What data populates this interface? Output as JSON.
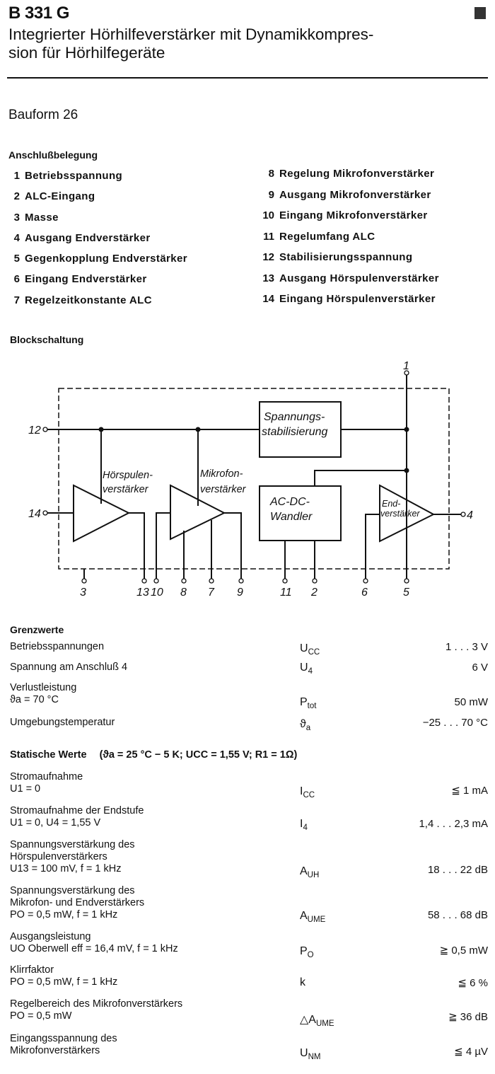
{
  "header": {
    "part_number": "B 331 G",
    "title": "Integrierter Hörhilfeverstärker mit Dynamikkompres- sion für Hörhilfegeräte",
    "title_line1": "Integrierter Hörhilfeverstärker mit Dynamikkompres-",
    "title_line2": "sion für Hörhilfegeräte",
    "package": "Bauform 26"
  },
  "pinout": {
    "heading": "Anschlußbelegung",
    "left": [
      {
        "num": "1",
        "label": "Betriebsspannung"
      },
      {
        "num": "2",
        "label": "ALC-Eingang"
      },
      {
        "num": "3",
        "label": "Masse"
      },
      {
        "num": "4",
        "label": "Ausgang Endverstärker"
      },
      {
        "num": "5",
        "label": "Gegenkopplung Endverstärker"
      },
      {
        "num": "6",
        "label": "Eingang Endverstärker"
      },
      {
        "num": "7",
        "label": "Regelzeitkonstante ALC"
      }
    ],
    "right": [
      {
        "num": "8",
        "label": "Regelung Mikrofonverstärker"
      },
      {
        "num": "9",
        "label": "Ausgang Mikrofonverstärker"
      },
      {
        "num": "10",
        "label": "Eingang Mikrofonverstärker"
      },
      {
        "num": "11",
        "label": "Regelumfang ALC"
      },
      {
        "num": "12",
        "label": "Stabilisierungsspannung"
      },
      {
        "num": "13",
        "label": "Ausgang Hörspulenverstärker"
      },
      {
        "num": "14",
        "label": "Eingang Hörspulenverstärker"
      }
    ]
  },
  "block_diagram": {
    "heading": "Blockschaltung",
    "blocks": {
      "stabilizer_line1": "Spannungs-",
      "stabilizer_line2": "stabilisierung",
      "converter_line1": "AC-DC-",
      "converter_line2": "Wandler",
      "hoerspulen_line1": "Hörspulen-",
      "hoerspulen_line2": "verstärker",
      "mikrofon_line1": "Mikrofon-",
      "mikrofon_line2": "verstärker",
      "end_line1": "End-",
      "end_line2": "verstärker"
    },
    "pins": {
      "p1": "1",
      "p2": "2",
      "p3": "3",
      "p4": "4",
      "p5": "5",
      "p6": "6",
      "p7": "7",
      "p8": "8",
      "p9": "9",
      "p10": "10",
      "p11": "11",
      "p12": "12",
      "p13": "13",
      "p14": "14"
    }
  },
  "limits": {
    "heading": "Grenzwerte",
    "rows": [
      {
        "label": [
          "Betriebsspannungen"
        ],
        "symbol": "U",
        "symbol_sub": "CC",
        "value": "1 . . . 3 V"
      },
      {
        "label": [
          "Spannung am Anschluß 4"
        ],
        "symbol": "U",
        "symbol_sub": "4",
        "value": "6 V"
      },
      {
        "label": [
          "Verlustleistung",
          "ϑa = 70 °C"
        ],
        "symbol": "P",
        "symbol_sub": "tot",
        "value": "50 mW"
      },
      {
        "label": [
          "Umgebungstemperatur"
        ],
        "symbol": "ϑ",
        "symbol_sub": "a",
        "value": "−25 . . . 70 °C"
      }
    ]
  },
  "static": {
    "heading": "Statische Werte",
    "conditions": "(ϑa = 25 °C − 5 K;  UCC = 1,55 V;  R1 = 1Ω)",
    "rows": [
      {
        "label": [
          "Stromaufnahme",
          "U1 = 0"
        ],
        "symbol": "I",
        "symbol_sub": "CC",
        "value": "≦ 1 mA"
      },
      {
        "label": [
          "Stromaufnahme der Endstufe",
          "U1 = 0, U4 = 1,55 V"
        ],
        "symbol": "I",
        "symbol_sub": "4",
        "value": "1,4 . . . 2,3 mA"
      },
      {
        "label": [
          "Spannungsverstärkung des",
          "Hörspulenverstärkers",
          "U13 = 100 mV, f = 1 kHz"
        ],
        "symbol": "A",
        "symbol_sub": "UH",
        "value": "18 . . . 22 dB"
      },
      {
        "label": [
          "Spannungsverstärkung des",
          "Mikrofon- und Endverstärkers",
          "PO = 0,5 mW, f = 1 kHz"
        ],
        "symbol": "A",
        "symbol_sub": "UME",
        "value": "58 . . . 68 dB"
      },
      {
        "label": [
          "Ausgangsleistung",
          "UO Oberwell eff = 16,4 mV, f = 1 kHz"
        ],
        "symbol": "P",
        "symbol_sub": "O",
        "value": "≧ 0,5 mW"
      },
      {
        "label": [
          "Klirrfaktor",
          "PO = 0,5 mW, f = 1 kHz"
        ],
        "symbol": "k",
        "symbol_sub": "",
        "value": "≦ 6 %"
      },
      {
        "label": [
          "Regelbereich des Mikrofonverstärkers",
          "PO = 0,5 mW"
        ],
        "symbol": "△A",
        "symbol_sub": "UME",
        "value": "≧ 36 dB"
      },
      {
        "label": [
          "Eingangsspannung des",
          "Mikrofonverstärkers"
        ],
        "symbol": "U",
        "symbol_sub": "NM",
        "value": "≦ 4 µV"
      }
    ]
  }
}
